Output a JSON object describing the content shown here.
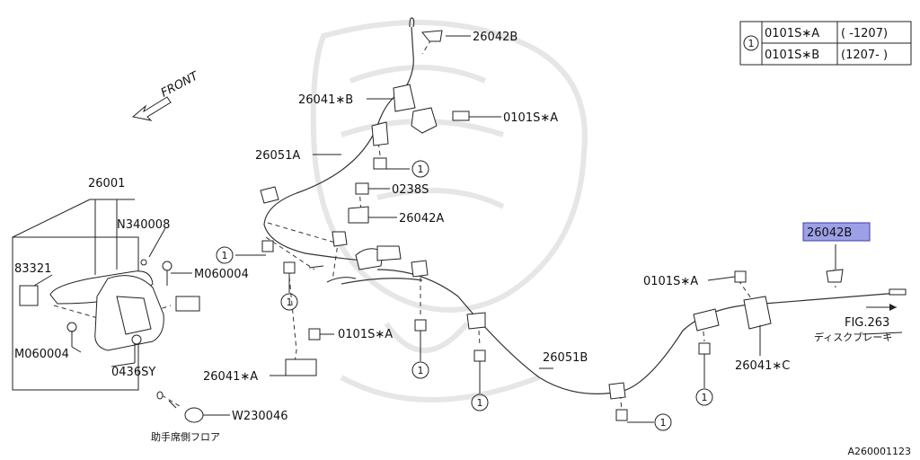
{
  "legend": {
    "circle_label": "1",
    "rows": [
      {
        "part": "0101S∗A",
        "range": "( -1207)"
      },
      {
        "part": "0101S∗B",
        "range": "(1207- )"
      }
    ]
  },
  "front_label": "FRONT",
  "callouts": {
    "c_26042B_top": "26042B",
    "c_26041B": "26041∗B",
    "c_0101SA_top": "0101S∗A",
    "c_26051A": "26051A",
    "c_0238S": "0238S",
    "c_26042A": "26042A",
    "c_26001": "26001",
    "c_N340008": "N340008",
    "c_M060004_a": "M060004",
    "c_83321": "83321",
    "c_M060004_b": "M060004",
    "c_0436SY": "0436SY",
    "c_0101SA_mid": "0101S∗A",
    "c_26041A": "26041∗A",
    "c_W230046": "W230046",
    "c_floor": "助手席側フロア",
    "c_26051B": "26051B",
    "c_26042B_hl": "26042B",
    "c_0101SA_right": "0101S∗A",
    "c_fig263": "FIG.263",
    "c_disc": "ディスクブレーキ",
    "c_26041C": "26041∗C",
    "diagram_id": "A260001123"
  },
  "circle_markers": [
    "1",
    "1",
    "1",
    "1",
    "1",
    "1",
    "1",
    "1"
  ]
}
